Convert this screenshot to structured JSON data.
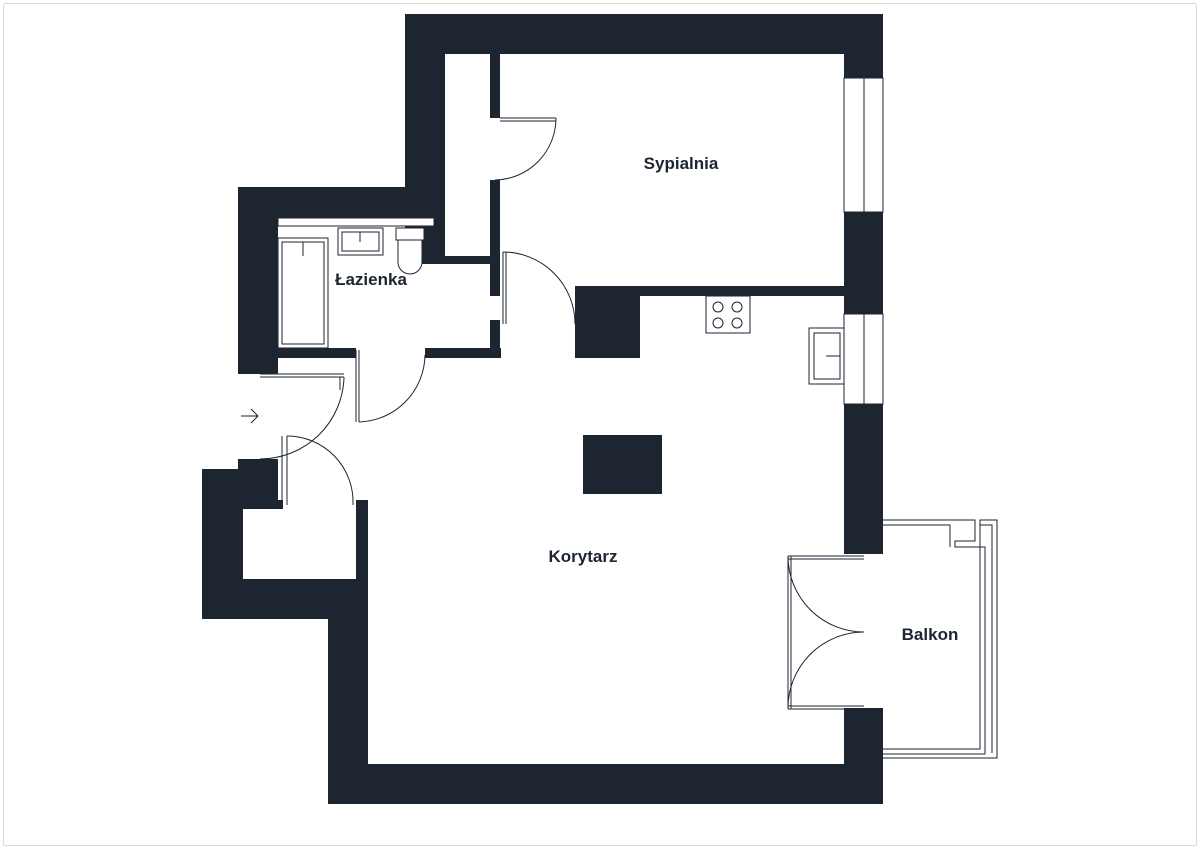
{
  "plan": {
    "wall_color": "#1c2530",
    "background_color": "#ffffff",
    "rooms": {
      "bedroom": "Sypialnia",
      "bathroom": "Łazienka",
      "corridor": "Korytarz",
      "balcony": "Balkon"
    },
    "icons": {
      "entrance": "entrance-arrow-icon",
      "stove": "stove-icon",
      "sink": "sink-icon",
      "bathtub": "bathtub-icon",
      "toilet": "toilet-icon"
    }
  }
}
